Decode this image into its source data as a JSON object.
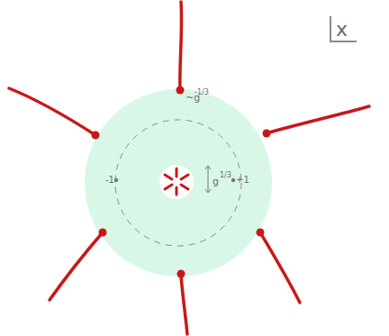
{
  "diagram": {
    "labels": [
      "~g",
      "-1/3",
      "g",
      "1/3",
      "-1",
      "+1",
      "x"
    ]
  }
}
